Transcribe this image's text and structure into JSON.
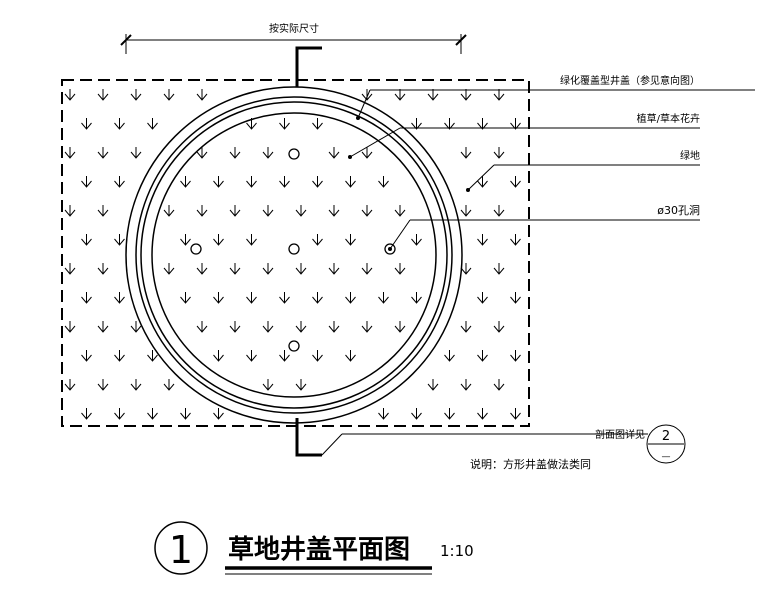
{
  "dimension_label": "按实际尺寸",
  "callouts": [
    {
      "label": "绿化覆盖型井盖（参见意向图）"
    },
    {
      "label": "植草/草本花卉"
    },
    {
      "label": "绿地"
    },
    {
      "label": "ø30孔洞"
    }
  ],
  "section_ref": {
    "label": "剖面图详见",
    "number": "2",
    "sheet": "—"
  },
  "note": "说明：方形井盖做法类同",
  "title_block": {
    "number": "1",
    "title": "草地井盖平面图",
    "scale": "1:10"
  }
}
